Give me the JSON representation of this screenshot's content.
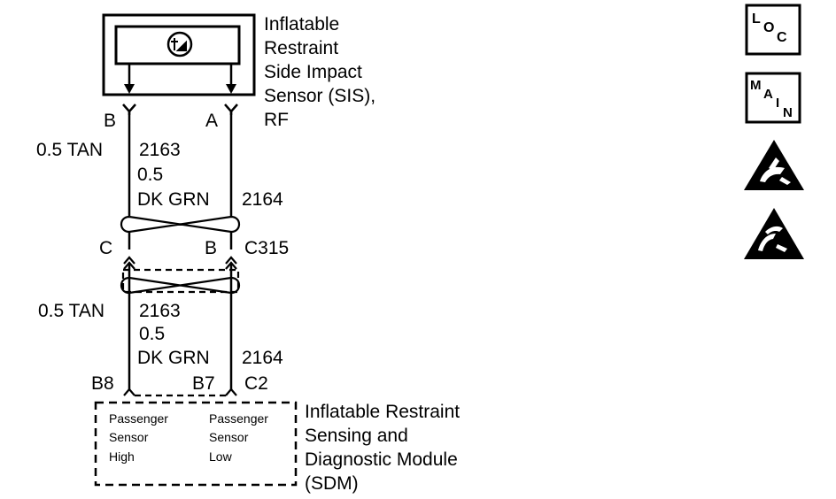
{
  "sis": {
    "title_lines": [
      "Inflatable",
      "Restraint",
      "Side Impact",
      "Sensor (SIS),",
      "RF"
    ],
    "pin_left": "B",
    "pin_right": "A"
  },
  "upper_wires": {
    "left_color": "0.5 TAN",
    "left_circuit": "2163",
    "right_size": "0.5",
    "right_color": "DK GRN",
    "right_circuit": "2164"
  },
  "connector_c315": {
    "pin_left": "C",
    "pin_right": "B",
    "name": "C315"
  },
  "lower_wires": {
    "left_color": "0.5 TAN",
    "left_circuit": "2163",
    "right_size": "0.5",
    "right_color": "DK GRN",
    "right_circuit": "2164"
  },
  "sdm_connector": {
    "pin_left": "B8",
    "pin_right": "B7",
    "name": "C2"
  },
  "sdm": {
    "left_lines": [
      "Passenger",
      "Sensor",
      "High"
    ],
    "right_lines": [
      "Passenger",
      "Sensor",
      "Low"
    ],
    "title_lines": [
      "Inflatable Restraint",
      "Sensing and",
      "Diagnostic Module",
      "(SDM)"
    ]
  },
  "icons": {
    "loc": {
      "letters": [
        "L",
        "O",
        "C"
      ],
      "name": "loc-icon"
    },
    "main": {
      "letters": [
        "M",
        "A",
        "I",
        "N"
      ],
      "name": "main-icon"
    },
    "warning1": "esd-warning-icon",
    "warning2": "esd-warning-icon"
  }
}
